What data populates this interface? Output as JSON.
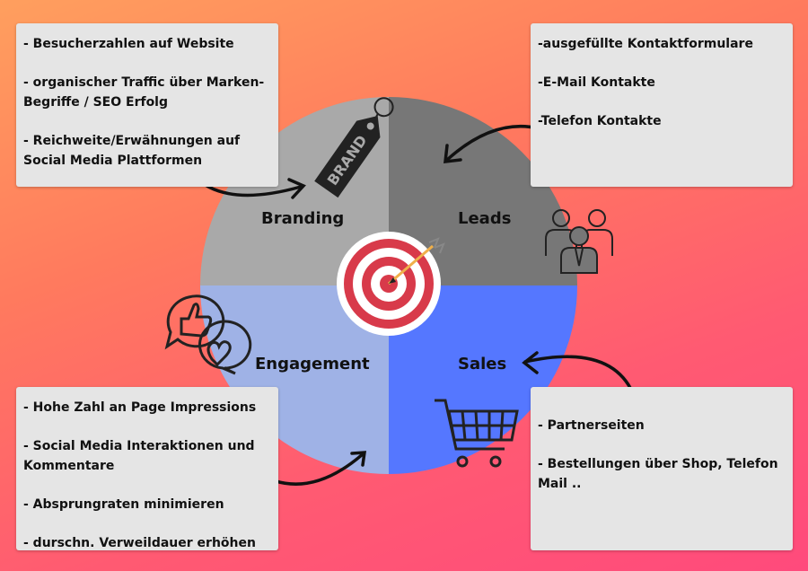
{
  "quadrants": {
    "branding": {
      "label": "Branding",
      "color": "#a9a9a9"
    },
    "leads": {
      "label": "Leads",
      "color": "#777777"
    },
    "engagement": {
      "label": "Engagement",
      "color": "#9fb2e6"
    },
    "sales": {
      "label": "Sales",
      "color": "#5577ff"
    }
  },
  "boxes": {
    "branding": [
      "- Besucherzahlen auf Website",
      "- organischer Traffic über Marken-Begriffe / SEO Erfolg",
      "- Reichweite/Erwähnungen auf Social Media Plattformen"
    ],
    "leads": [
      "-ausgefüllte Kontaktformulare",
      "-E-Mail Kontakte",
      "-Telefon Kontakte"
    ],
    "engagement": [
      "- Hohe Zahl an Page Impressions",
      "- Social Media Interaktionen und Kommentare",
      "- Absprungraten minimieren",
      "- durschn. Verweildauer erhöhen"
    ],
    "sales": [
      "- Partnerseiten",
      "- Bestellungen über Shop, Telefon Mail .."
    ]
  },
  "icons": {
    "brand_tag": {
      "name": "brand-tag-icon",
      "text": "BRAND"
    },
    "people": {
      "name": "people-group-icon"
    },
    "target": {
      "name": "target-icon",
      "ring_color": "#d83a4a"
    },
    "chat": {
      "name": "chat-like-icon"
    },
    "cart": {
      "name": "shopping-cart-icon"
    }
  }
}
